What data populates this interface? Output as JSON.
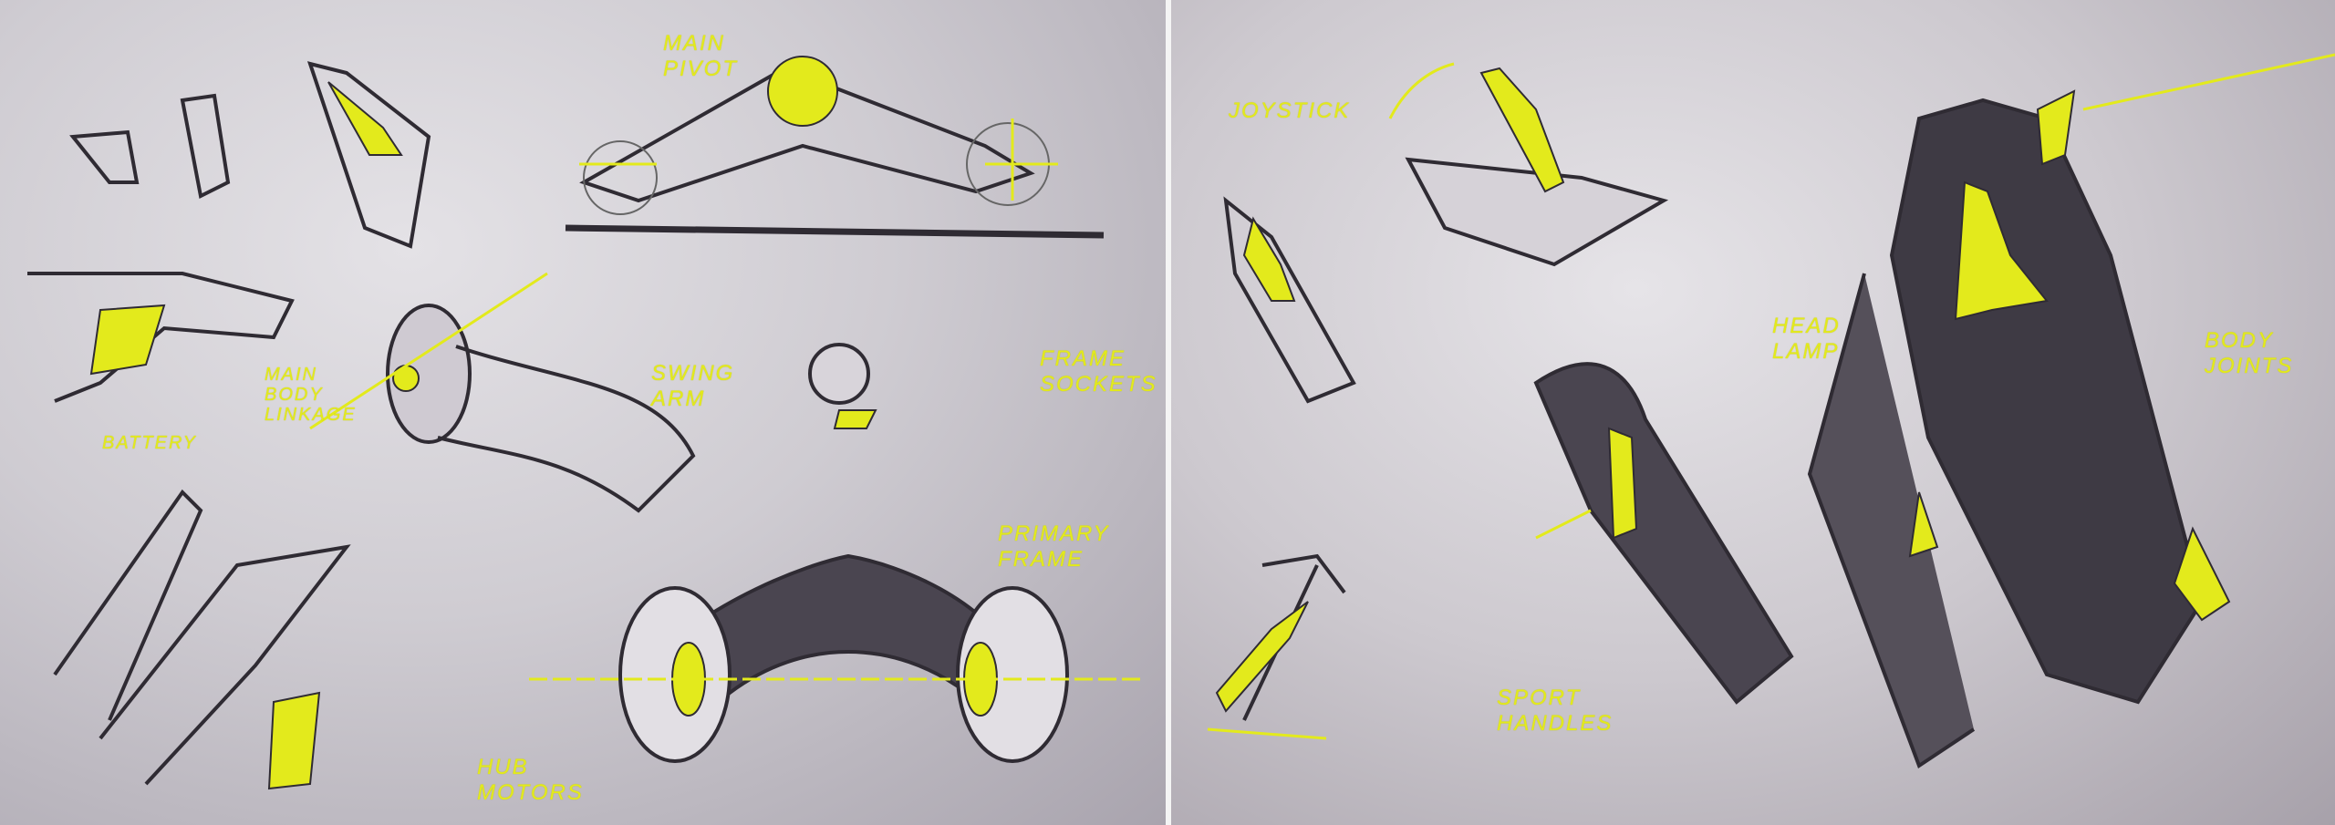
{
  "left_sheet": {
    "labels": {
      "main_pivot": "Main\nPivot",
      "main_body_linkage": "Main\nbody\nlinkage",
      "swing_arm": "Swing\nArm",
      "frame_sockets": "Frame\nSockets",
      "battery": "Battery",
      "primary_frame": "Primary\nFrame",
      "hub_motors": "Hub\nMotors"
    }
  },
  "right_sheet": {
    "labels": {
      "joystick": "Joystick",
      "head_lamp": "Head\nLamp",
      "body_joints": "Body\nJoints",
      "sport_handles": "Sport\nHandles"
    }
  },
  "colors": {
    "accent": "#e3ea1c",
    "dark": "#3a3640",
    "paper": "#d2cfd5"
  }
}
